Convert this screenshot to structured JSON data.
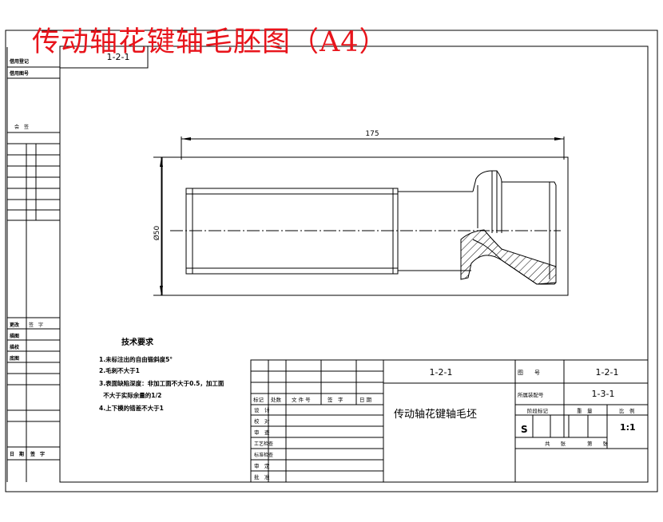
{
  "header_title": "传动轴花键轴毛胚图（A4）",
  "corner_code": "1-2-1",
  "left_strip": {
    "top_labels": [
      "借用登记",
      "借用图号"
    ],
    "countersign": "会　签",
    "mid_labels": [
      "更改",
      "签　字",
      "描图",
      "描校",
      "底图"
    ],
    "bottom_labels": [
      "日　期",
      "签　字"
    ]
  },
  "dimensions": {
    "length": "175",
    "diameter": "Ø50"
  },
  "tech_requirements": {
    "title": "技术要求",
    "items": [
      "1.未标注出的自由锻斜度5°",
      "2.毛刺不大于1",
      "3.表面缺陷深度：非加工面不大于0.5，加工面",
      "  不大于实际余量的1/2",
      "4.上下模的错差不大于1"
    ]
  },
  "title_block": {
    "col_headers": [
      "标记",
      "处数",
      "文 件 号",
      "签　字",
      "日 期"
    ],
    "role_labels": [
      "设　计",
      "校　对",
      "审　查",
      "工艺检查",
      "标准检查",
      "审　定",
      "批　准"
    ],
    "drawing_code": "1-2-1",
    "part_name": "传动轴花键轴毛坯",
    "label_drawing_no": "图　　号",
    "value_drawing_no": "1-2-1",
    "label_assembly_no": "所属装配号",
    "value_assembly_no": "1-3-1",
    "label_stage": "阶段标记",
    "label_weight": "重　量",
    "label_scale": "比　例",
    "stage_value": "S",
    "scale_value": "1:1",
    "label_total": "共　　张",
    "label_sheet": "第　　张"
  }
}
